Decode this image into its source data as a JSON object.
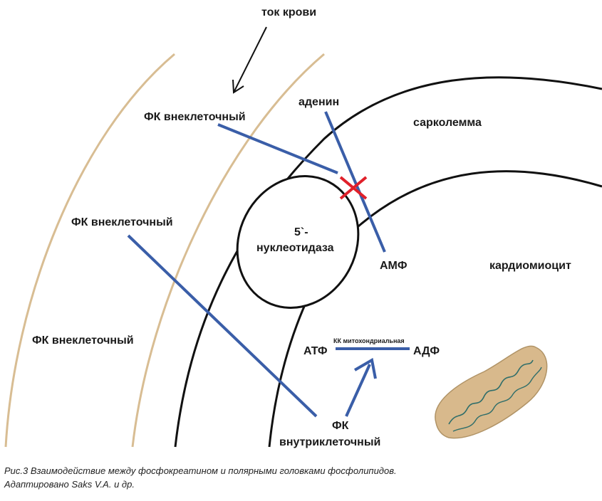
{
  "labels": {
    "blood_flow": "ток крови",
    "pk_extracellular_1": "ФК внеклеточный",
    "pk_extracellular_2": "ФК внеклеточный",
    "pk_extracellular_3": "ФК внеклеточный",
    "adenine": "аденин",
    "sarcolemma": "сарколемма",
    "nucleotidase_line1": "5`-",
    "nucleotidase_line2": "нуклеотидаза",
    "amp": "АМФ",
    "cardiomyocyte": "кардиомиоцит",
    "atp": "АТФ",
    "adp": "АДФ",
    "mito_kinase": "КК митохондриальная",
    "pk_intracellular_line1": "ФК",
    "pk_intracellular_line2": "внутриклеточный"
  },
  "caption": {
    "line1": "Рис.3  Взаимодействие между фосфокреатином и полярными головками фосфолипидов.",
    "line2": "Адаптировано Saks V.A. и др."
  },
  "colors": {
    "blood_vessel": "#d8bd93",
    "membrane": "#111111",
    "connector": "#3a5ea8",
    "block_mark": "#e0202a",
    "mitochondrion_fill": "#d8b98c",
    "mitochondrion_cristae": "#2f6e6a"
  }
}
